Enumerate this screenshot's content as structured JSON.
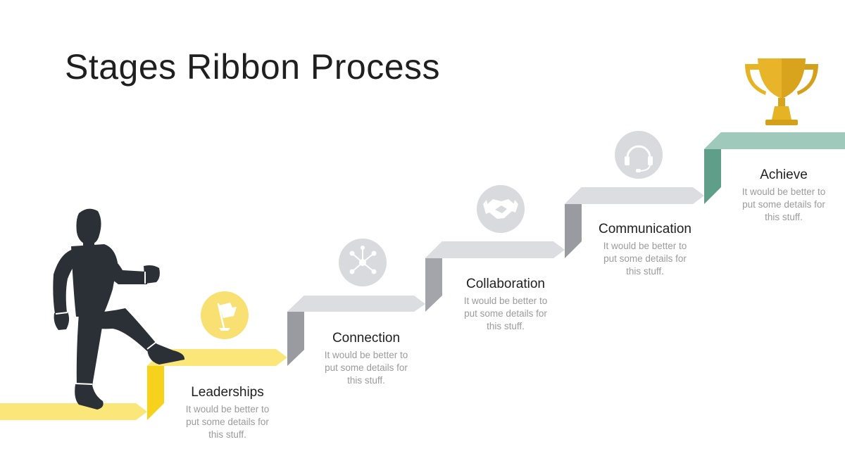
{
  "slide": {
    "title": "Stages Ribbon Process"
  },
  "colors": {
    "yellow_light": "#fbe67a",
    "yellow_dark": "#f6d21c",
    "gray_light": "#dcdde1",
    "gray_dark": "#9a9ba0",
    "gray_mid": "#b4b5ba",
    "teal_light": "#9fc9bb",
    "teal_dark": "#5f9f89",
    "figure": "#2b2f36",
    "trophy": "#e6b325"
  },
  "stages": [
    {
      "name": "Leaderships",
      "desc_lines": [
        "It would be better to",
        "put some details for",
        "this stuff."
      ],
      "icon": "flag-icon"
    },
    {
      "name": "Connection",
      "desc_lines": [
        "It would be better to",
        "put some details for",
        "this stuff."
      ],
      "icon": "network-icon"
    },
    {
      "name": "Collaboration",
      "desc_lines": [
        "It would be better to",
        "put some details for",
        "this stuff."
      ],
      "icon": "handshake-icon"
    },
    {
      "name": "Communication",
      "desc_lines": [
        "It would be better to",
        "put some details for",
        "this stuff."
      ],
      "icon": "headset-icon"
    },
    {
      "name": "Achieve",
      "desc_lines": [
        "It would be better to",
        "put some details for",
        "this stuff."
      ],
      "icon": "trophy-icon"
    }
  ]
}
